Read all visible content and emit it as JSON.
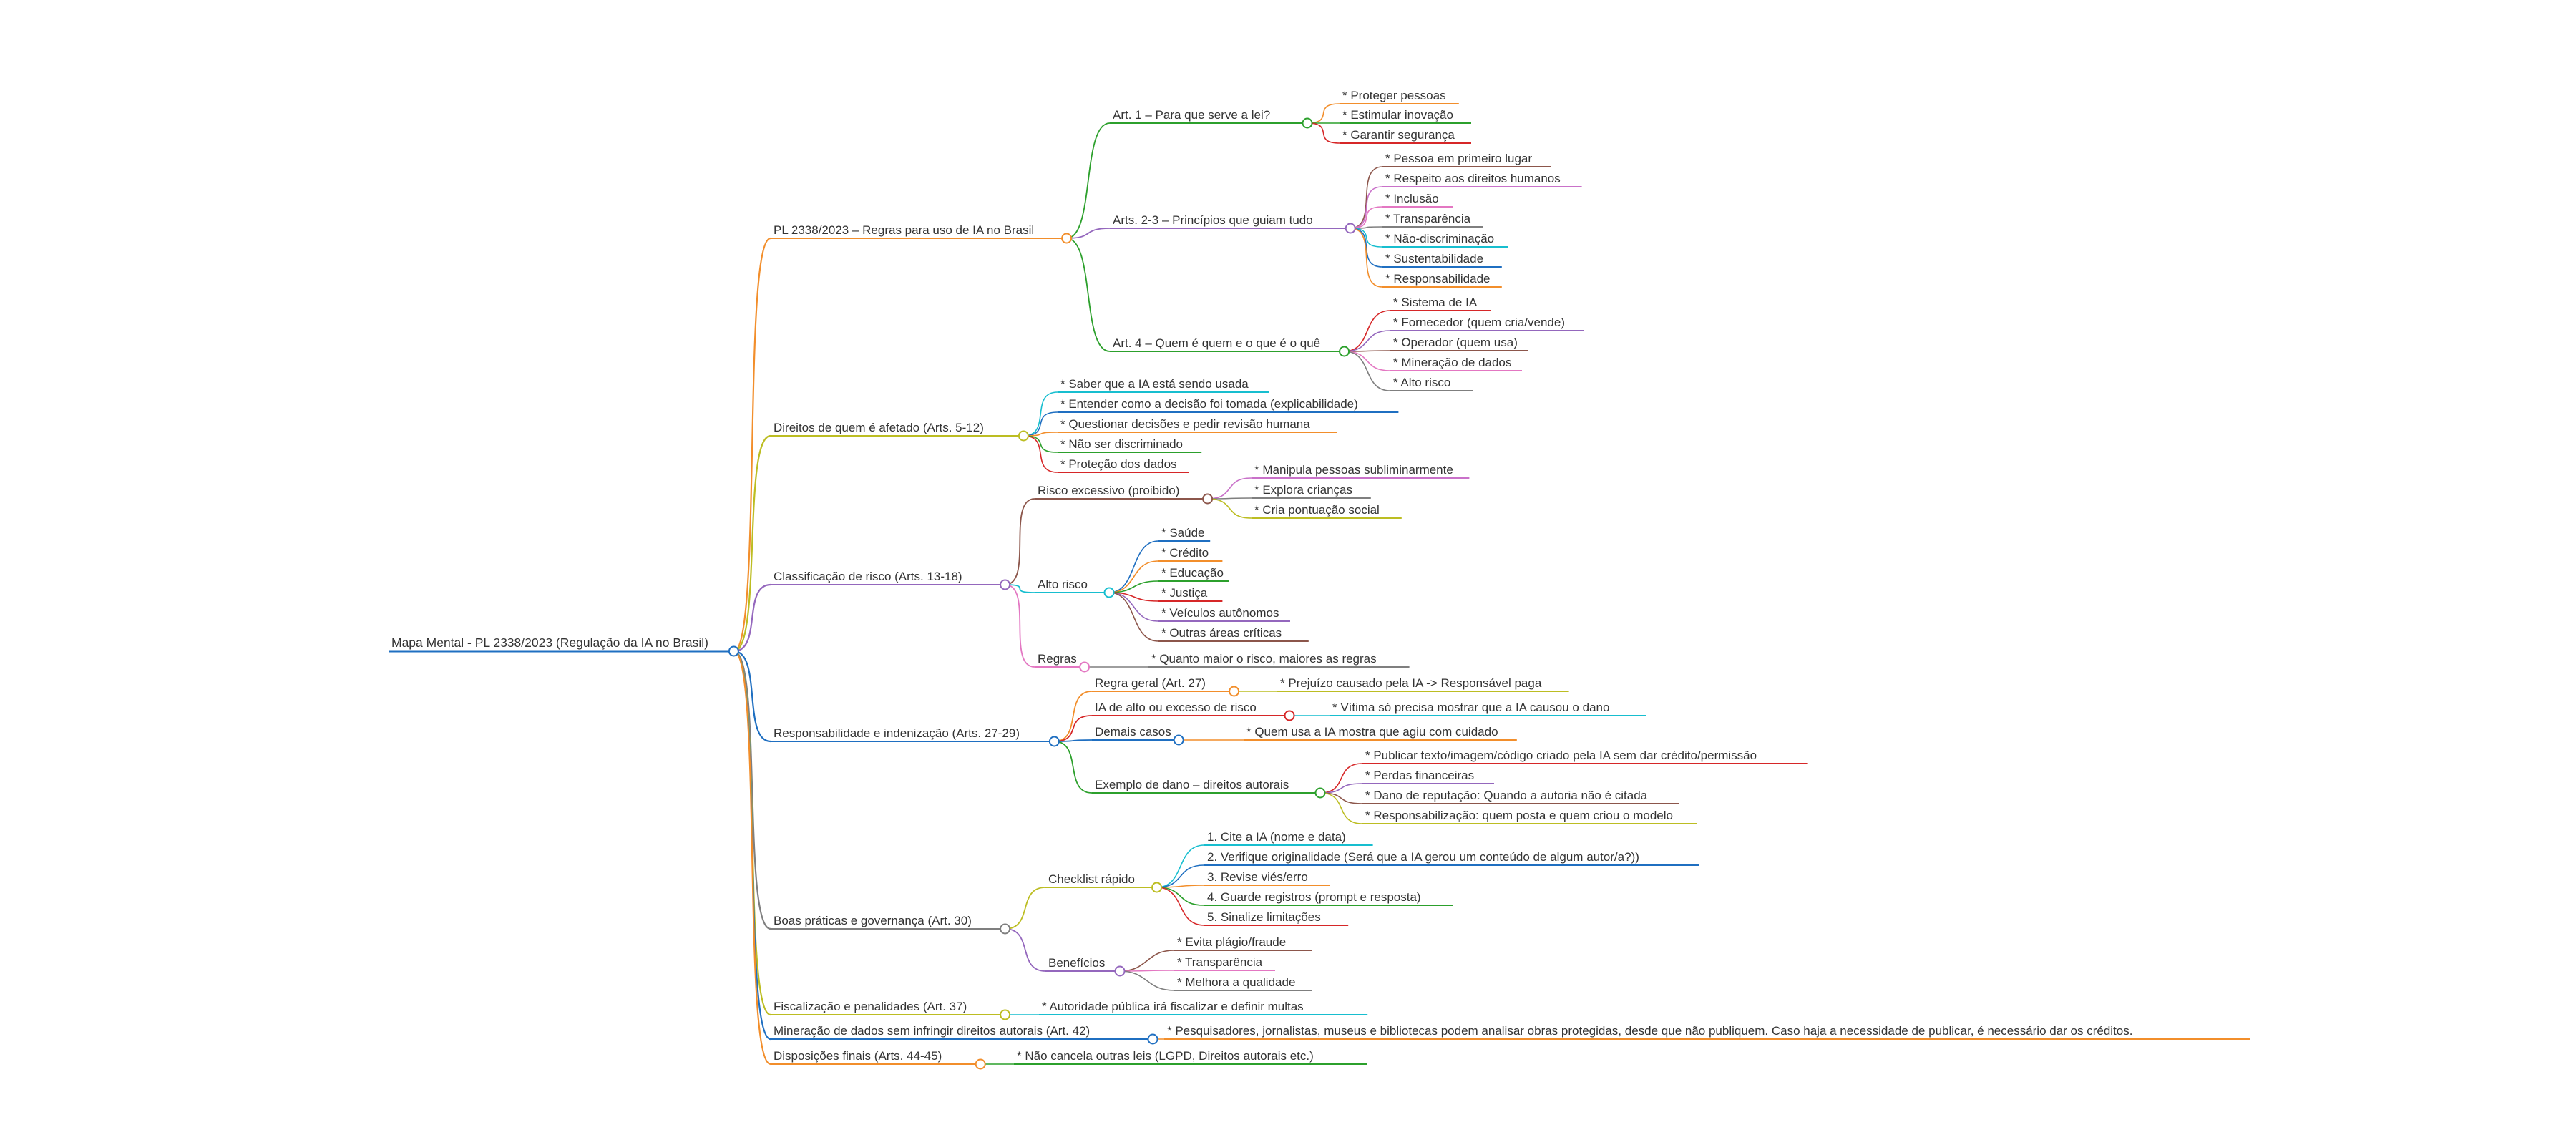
{
  "root": {
    "label": "Mapa Mental - PL 2338/2023 (Regulação da IA no Brasil)",
    "color": "#1f6fc1",
    "children": [
      {
        "label": "PL 2338/2023 – Regras para uso de IA no Brasil",
        "color": "#f28e2b",
        "children": [
          {
            "label": "Art. 1 – Para que serve a lei?",
            "color": "#2ca02c",
            "children": [
              {
                "label": "* Proteger pessoas",
                "color": "#f28e2b"
              },
              {
                "label": "* Estimular inovação",
                "color": "#2ca02c"
              },
              {
                "label": "* Garantir segurança",
                "color": "#d62728"
              }
            ]
          },
          {
            "label": "Arts. 2-3 – Princípios que guiam tudo",
            "color": "#9467bd",
            "children": [
              {
                "label": "* Pessoa em primeiro lugar",
                "color": "#8c564b"
              },
              {
                "label": "* Respeito aos direitos humanos",
                "color": "#c971c9"
              },
              {
                "label": "* Inclusão",
                "color": "#e377c2"
              },
              {
                "label": "* Transparência",
                "color": "#7f7f7f"
              },
              {
                "label": "* Não-discriminação",
                "color": "#17becf"
              },
              {
                "label": "* Sustentabilidade",
                "color": "#1f6fc1"
              },
              {
                "label": "* Responsabilidade",
                "color": "#f28e2b"
              }
            ]
          },
          {
            "label": "Art. 4 – Quem é quem e o que é o quê",
            "color": "#2ca02c",
            "children": [
              {
                "label": "* Sistema de IA",
                "color": "#d62728"
              },
              {
                "label": "* Fornecedor (quem cria/vende)",
                "color": "#9467bd"
              },
              {
                "label": "* Operador (quem usa)",
                "color": "#8c564b"
              },
              {
                "label": "* Mineração de dados",
                "color": "#e377c2"
              },
              {
                "label": "* Alto risco",
                "color": "#7f7f7f"
              }
            ]
          }
        ]
      },
      {
        "label": "Direitos de quem é afetado (Arts. 5-12)",
        "color": "#bcbd22",
        "children": [
          {
            "label": "* Saber que a IA está sendo usada",
            "color": "#17becf"
          },
          {
            "label": "* Entender como a decisão foi tomada (explicabilidade)",
            "color": "#1f6fc1"
          },
          {
            "label": "* Questionar decisões e pedir revisão humana",
            "color": "#f28e2b"
          },
          {
            "label": "* Não ser discriminado",
            "color": "#2ca02c"
          },
          {
            "label": "* Proteção dos dados",
            "color": "#d62728"
          }
        ]
      },
      {
        "label": "Classificação de risco (Arts. 13-18)",
        "color": "#9467bd",
        "children": [
          {
            "label": "Risco excessivo (proibido)",
            "color": "#8c564b",
            "children": [
              {
                "label": "* Manipula pessoas subliminarmente",
                "color": "#c971c9"
              },
              {
                "label": "* Explora crianças",
                "color": "#7f7f7f"
              },
              {
                "label": "* Cria pontuação social",
                "color": "#bcbd22"
              }
            ]
          },
          {
            "label": "Alto risco",
            "color": "#17becf",
            "children": [
              {
                "label": "* Saúde",
                "color": "#1f6fc1"
              },
              {
                "label": "* Crédito",
                "color": "#f28e2b"
              },
              {
                "label": "* Educação",
                "color": "#2ca02c"
              },
              {
                "label": "* Justiça",
                "color": "#d62728"
              },
              {
                "label": "* Veículos autônomos",
                "color": "#9467bd"
              },
              {
                "label": "* Outras áreas críticas",
                "color": "#8c564b"
              }
            ]
          },
          {
            "label": "Regras",
            "color": "#e377c2",
            "children": [
              {
                "label": "* Quanto maior o risco, maiores as regras",
                "color": "#7f7f7f"
              }
            ]
          }
        ]
      },
      {
        "label": "Responsabilidade e indenização (Arts. 27-29)",
        "color": "#1f6fc1",
        "children": [
          {
            "label": "Regra geral (Art. 27)",
            "color": "#f28e2b",
            "children": [
              {
                "label": "* Prejuízo causado pela IA -> Responsável paga",
                "color": "#bcbd22"
              }
            ]
          },
          {
            "label": "IA de alto ou excesso de risco",
            "color": "#d62728",
            "children": [
              {
                "label": "* Vítima só precisa mostrar que a IA causou o dano",
                "color": "#17becf"
              }
            ]
          },
          {
            "label": "Demais casos",
            "color": "#1f6fc1",
            "children": [
              {
                "label": "* Quem usa a IA mostra que agiu com cuidado",
                "color": "#f28e2b"
              }
            ]
          },
          {
            "label": "Exemplo de dano – direitos autorais",
            "color": "#2ca02c",
            "children": [
              {
                "label": "* Publicar texto/imagem/código criado pela IA sem dar crédito/permissão",
                "color": "#d62728"
              },
              {
                "label": "* Perdas financeiras",
                "color": "#9467bd"
              },
              {
                "label": "* Dano de reputação: Quando a autoria não é citada",
                "color": "#8c564b"
              },
              {
                "label": "* Responsabilização: quem posta e quem criou o modelo",
                "color": "#bcbd22"
              }
            ]
          }
        ]
      },
      {
        "label": "Boas práticas e governança (Art. 30)",
        "color": "#7f7f7f",
        "children": [
          {
            "label": "Checklist rápido",
            "color": "#bcbd22",
            "children": [
              {
                "label": "1. Cite a IA (nome e data)",
                "color": "#17becf"
              },
              {
                "label": "2. Verifique originalidade (Será que a IA gerou um conteúdo de algum autor/a?))",
                "color": "#1f6fc1"
              },
              {
                "label": "3. Revise viés/erro",
                "color": "#f28e2b"
              },
              {
                "label": "4. Guarde registros (prompt e resposta)",
                "color": "#2ca02c"
              },
              {
                "label": "5. Sinalize limitações",
                "color": "#d62728"
              }
            ]
          },
          {
            "label": "Benefícios",
            "color": "#9467bd",
            "children": [
              {
                "label": "* Evita plágio/fraude",
                "color": "#8c564b"
              },
              {
                "label": "* Transparência",
                "color": "#e377c2"
              },
              {
                "label": "* Melhora a qualidade",
                "color": "#7f7f7f"
              }
            ]
          }
        ]
      },
      {
        "label": "Fiscalização e penalidades (Art. 37)",
        "color": "#bcbd22",
        "children": [
          {
            "label": "* Autoridade pública irá fiscalizar e definir multas",
            "color": "#17becf"
          }
        ]
      },
      {
        "label": "Mineração de dados sem infringir direitos autorais (Art. 42)",
        "color": "#1f6fc1",
        "children": [
          {
            "label": "* Pesquisadores, jornalistas, museus e bibliotecas podem analisar obras protegidas, desde que não publiquem. Caso haja a necessidade de publicar, é necessário dar os créditos.",
            "color": "#f28e2b"
          }
        ]
      },
      {
        "label": "Disposições finais (Arts. 44-45)",
        "color": "#f28e2b",
        "children": [
          {
            "label": "* Não cancela outras leis (LGPD, Direitos autorais etc.)",
            "color": "#2ca02c"
          }
        ]
      }
    ]
  }
}
